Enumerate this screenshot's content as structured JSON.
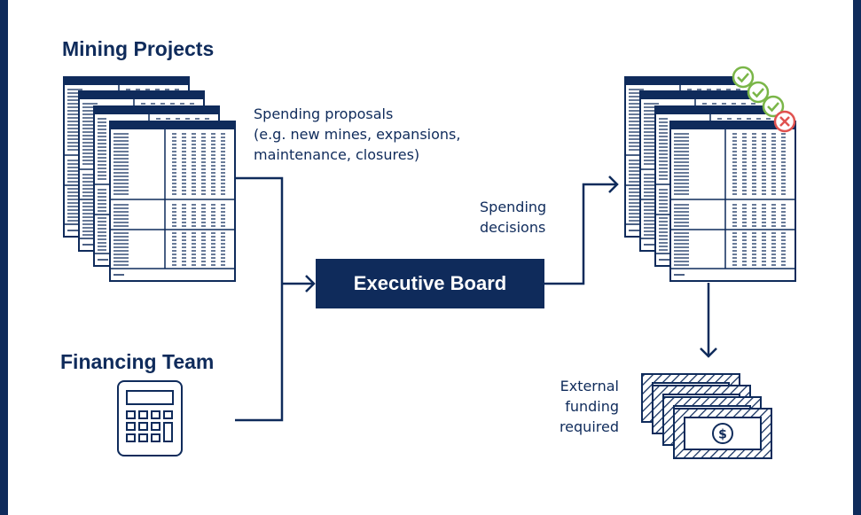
{
  "labels": {
    "mining_projects": "Mining Projects",
    "financing_team": "Financing Team",
    "executive_board": "Executive Board",
    "proposals": [
      "Spending proposals",
      "(e.g. new mines, expansions,",
      "maintenance, closures)"
    ],
    "decisions": [
      "Spending",
      "decisions"
    ],
    "funding": [
      "External",
      "funding",
      "required"
    ],
    "dollar_symbol": "$"
  },
  "icons": {
    "input_docs": "spreadsheet-stack-icon",
    "output_docs": "spreadsheet-stack-icon",
    "approved": "check-circle-icon",
    "rejected": "x-circle-icon",
    "calculator": "calculator-icon",
    "money": "banknote-stack-icon"
  },
  "colors": {
    "navy": "#0f2b5b",
    "approve_green": "#7ab648",
    "reject_red": "#e0524f",
    "background": "#ffffff"
  }
}
